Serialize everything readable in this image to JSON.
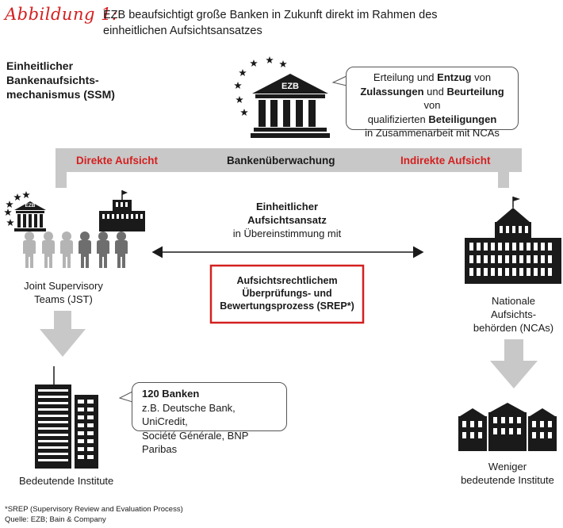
{
  "header": {
    "figure_label": "Abbildung 1:",
    "title_line1": "EZB beaufsichtigt große Banken in Zukunft direkt im Rahmen des",
    "title_line2": "einheitlichen Aufsichtsansatzes"
  },
  "ssm": {
    "line1": "Einheitlicher",
    "line2": "Bankenaufsichts-",
    "line3": "mechanismus (SSM)"
  },
  "ezb": {
    "building_label": "EZB"
  },
  "ezb_bubble": {
    "l1_a": "Erteilung und ",
    "l1_b": "Entzug",
    "l1_c": " von",
    "l2_a": "Zulassungen",
    "l2_b": " und ",
    "l2_c": "Beurteilung",
    "l2_d": " von",
    "l3_a": "qualifizierten ",
    "l3_b": "Beteiligungen",
    "l4": "in Zusammenarbeit mit NCAs"
  },
  "bar": {
    "left": "Direkte Aufsicht",
    "center": "Bankenüberwachung",
    "right": "Indirekte Aufsicht"
  },
  "approach": {
    "line1": "Einheitlicher",
    "line2": "Aufsichtsansatz",
    "line3": "in Übereinstimmung mit"
  },
  "srep_box": {
    "line1": "Aufsichtsrechtlichem",
    "line2": "Überprüfungs- und",
    "line3": "Bewertungsprozess (SREP*)"
  },
  "jst": {
    "line1": "Joint Supervisory",
    "line2": "Teams (JST)"
  },
  "nca": {
    "line1": "Nationale",
    "line2": "Aufsichts-",
    "line3": "behörden (NCAs)"
  },
  "banks_bubble": {
    "line1": "120 Banken",
    "line2": "z.B. Deutsche Bank, UniCredit,",
    "line3": "Société Générale, BNP Paribas"
  },
  "significant": {
    "label": "Bedeutende Institute"
  },
  "less_significant": {
    "line1": "Weniger",
    "line2": "bedeutende Institute"
  },
  "footnotes": {
    "line1": "*SREP (Supervisory Review and Evaluation Process)",
    "line2": "Quelle: EZB; Bain & Company"
  },
  "colors": {
    "accent_red": "#d42020",
    "bar_gray": "#c8c8c8",
    "people_light": "#b4b4b4",
    "people_dark": "#6e6e6e",
    "building_black": "#1a1a1a"
  },
  "icons": [
    "ezb-building-icon",
    "star-icon",
    "people-icon",
    "ministry-building-icon",
    "skyscraper-icon",
    "nca-building-icon",
    "small-banks-icon",
    "arrow-down-icon",
    "double-arrow-icon"
  ]
}
